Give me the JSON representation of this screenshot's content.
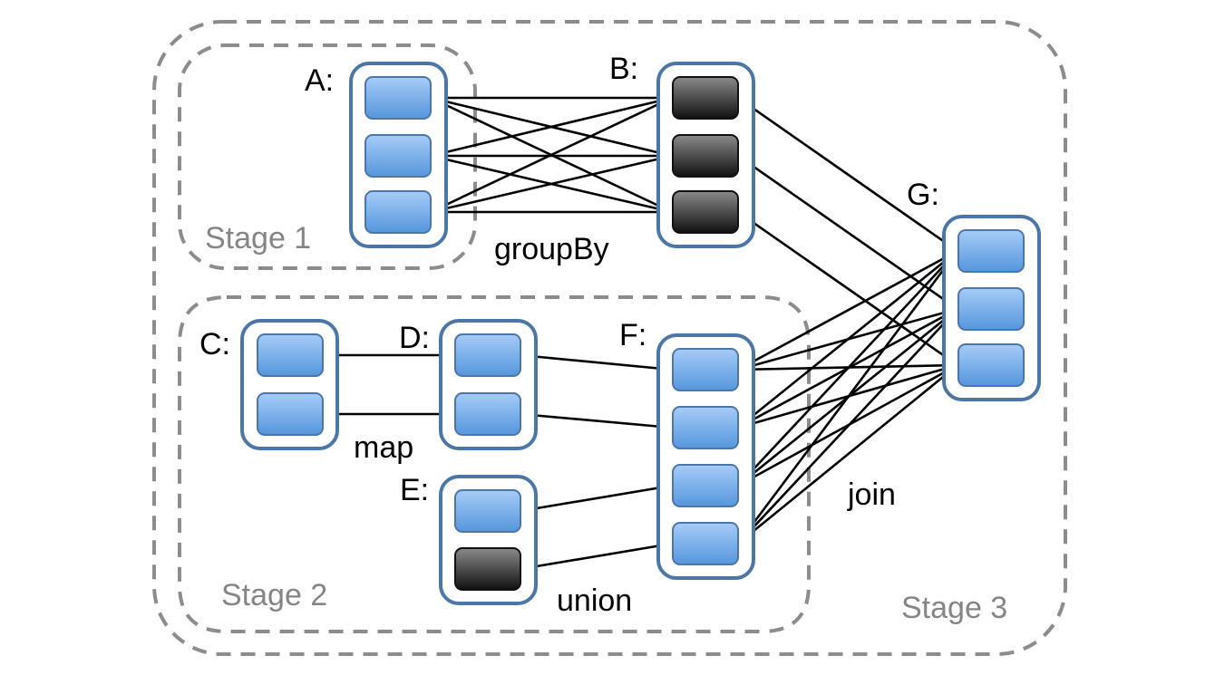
{
  "colors": {
    "partition_blue_top": "#a6ccf8",
    "partition_blue_bottom": "#5596dc",
    "partition_blue_stroke": "#4a76a8",
    "partition_black_top": "#8a8a8a",
    "partition_black_bottom": "#101010",
    "rdd_border": "#4a76a8",
    "stage_border": "#8c8c8c",
    "stage_text": "#858585",
    "edge": "#000000"
  },
  "stages": [
    {
      "id": "stage1",
      "label": "Stage 1"
    },
    {
      "id": "stage2",
      "label": "Stage 2"
    },
    {
      "id": "stage3",
      "label": "Stage 3"
    }
  ],
  "rdds": [
    {
      "id": "A",
      "label": "A:",
      "partitions": [
        "blue",
        "blue",
        "blue"
      ]
    },
    {
      "id": "B",
      "label": "B:",
      "partitions": [
        "black",
        "black",
        "black"
      ]
    },
    {
      "id": "C",
      "label": "C:",
      "partitions": [
        "blue",
        "blue"
      ]
    },
    {
      "id": "D",
      "label": "D:",
      "partitions": [
        "blue",
        "blue"
      ]
    },
    {
      "id": "E",
      "label": "E:",
      "partitions": [
        "blue",
        "black"
      ]
    },
    {
      "id": "F",
      "label": "F:",
      "partitions": [
        "blue",
        "blue",
        "blue",
        "blue"
      ]
    },
    {
      "id": "G",
      "label": "G:",
      "partitions": [
        "blue",
        "blue",
        "blue"
      ]
    }
  ],
  "operations": [
    {
      "id": "groupBy",
      "label": "groupBy",
      "from": [
        "A"
      ],
      "to": "B",
      "type": "all-to-all"
    },
    {
      "id": "map",
      "label": "map",
      "from": [
        "C"
      ],
      "to": "D",
      "type": "one-to-one"
    },
    {
      "id": "union",
      "label": "union",
      "from": [
        "D",
        "E"
      ],
      "to": "F",
      "type": "concat"
    },
    {
      "id": "join",
      "label": "join",
      "from": [
        "B",
        "F"
      ],
      "to": "G",
      "type": "mixed"
    }
  ],
  "edges": [
    [
      "A0",
      "B0"
    ],
    [
      "A0",
      "B1"
    ],
    [
      "A0",
      "B2"
    ],
    [
      "A1",
      "B0"
    ],
    [
      "A1",
      "B1"
    ],
    [
      "A1",
      "B2"
    ],
    [
      "A2",
      "B0"
    ],
    [
      "A2",
      "B1"
    ],
    [
      "A2",
      "B2"
    ],
    [
      "C0",
      "D0"
    ],
    [
      "C1",
      "D1"
    ],
    [
      "D0",
      "F0"
    ],
    [
      "D1",
      "F1"
    ],
    [
      "E0",
      "F2"
    ],
    [
      "E1",
      "F3"
    ],
    [
      "B0",
      "G0"
    ],
    [
      "B1",
      "G1"
    ],
    [
      "B2",
      "G2"
    ],
    [
      "F0",
      "G0"
    ],
    [
      "F0",
      "G1"
    ],
    [
      "F0",
      "G2"
    ],
    [
      "F1",
      "G0"
    ],
    [
      "F1",
      "G1"
    ],
    [
      "F1",
      "G2"
    ],
    [
      "F2",
      "G0"
    ],
    [
      "F2",
      "G1"
    ],
    [
      "F2",
      "G2"
    ],
    [
      "F3",
      "G0"
    ],
    [
      "F3",
      "G1"
    ],
    [
      "F3",
      "G2"
    ]
  ]
}
